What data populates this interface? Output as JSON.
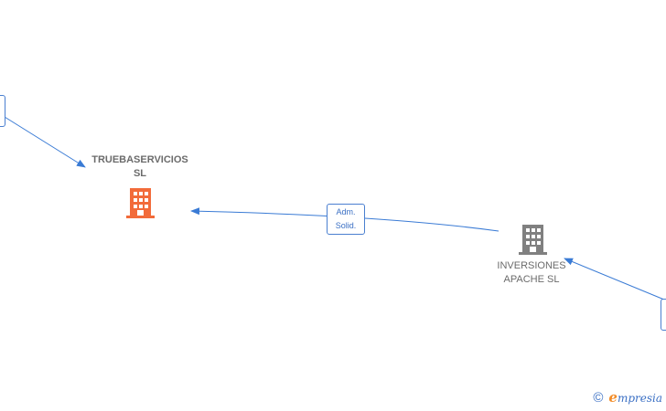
{
  "nodes": {
    "truebaservicios": {
      "line1": "TRUEBASERVICIOS",
      "line2": "SL",
      "color": "#f26b3a"
    },
    "inversiones": {
      "line1": "INVERSIONES",
      "line2": "APACHE  SL",
      "color": "#808080"
    }
  },
  "edges": {
    "adm_solid": {
      "line1": "Adm.",
      "line2": "Solid."
    }
  },
  "colors": {
    "edge": "#3a7bd5",
    "label_border": "#4a7fd0"
  },
  "brand": {
    "copyright": "©",
    "name_initial": "e",
    "name_rest": "mpresia"
  }
}
